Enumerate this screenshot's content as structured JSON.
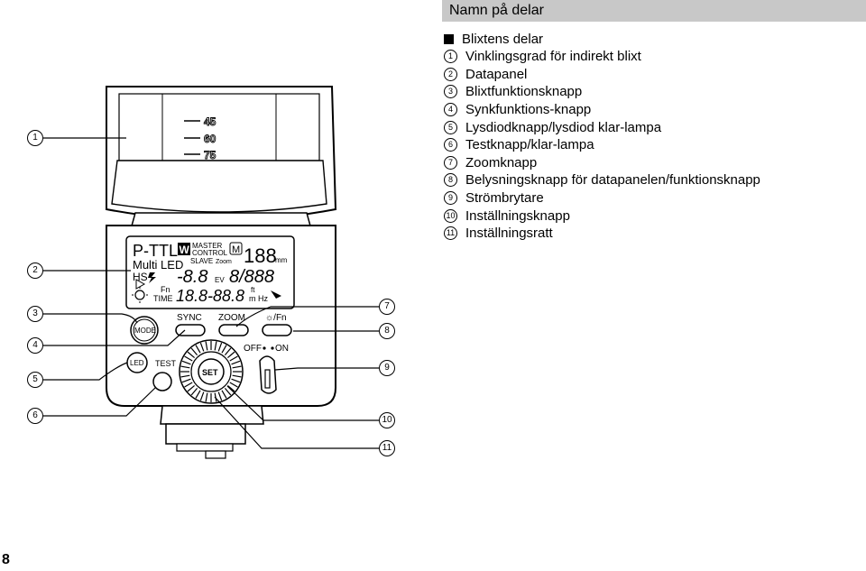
{
  "header": {
    "title": "Namn på delar"
  },
  "section": {
    "heading": "Blixtens delar",
    "items": [
      {
        "num": "1",
        "label": "Vinklingsgrad för indirekt blixt"
      },
      {
        "num": "2",
        "label": "Datapanel"
      },
      {
        "num": "3",
        "label": "Blixtfunktionsknapp"
      },
      {
        "num": "4",
        "label": "Synkfunktions-knapp"
      },
      {
        "num": "5",
        "label": "Lysdiodknapp/lysdiod klar-lampa"
      },
      {
        "num": "6",
        "label": "Testknapp/klar-lampa"
      },
      {
        "num": "7",
        "label": "Zoomknapp"
      },
      {
        "num": "8",
        "label": "Belysningsknapp för datapanelen/funktionsknapp"
      },
      {
        "num": "9",
        "label": "Strömbrytare"
      },
      {
        "num": "10",
        "label": "Inställningsknapp"
      },
      {
        "num": "11",
        "label": "Inställningsratt"
      }
    ]
  },
  "figure": {
    "bounce_angles": [
      "45",
      "60",
      "75"
    ],
    "lcd": {
      "mode": "P-TTL",
      "w_icon": "W",
      "master": "MASTER",
      "control": "CONTROL",
      "m_icon": "M",
      "zoom_digits": "188",
      "mm": "mm",
      "multi_led": "Multi LED",
      "slave": "SLAVE",
      "zoom": "Zoom",
      "hs": "HS",
      "ev_value": "-8.8",
      "ev": "EV",
      "aperture": "8/888",
      "fn": "Fn",
      "time": "TIME",
      "range": "18.8-88.8",
      "ft": "ft",
      "m_hz": "m Hz"
    },
    "buttons": {
      "mode": "MODE",
      "sync": "SYNC",
      "zoom": "ZOOM",
      "light_fn": "☼/Fn",
      "led": "LED",
      "test": "TEST",
      "set": "SET",
      "off": "OFF",
      "on": "ON"
    }
  },
  "page": {
    "number": "8"
  }
}
